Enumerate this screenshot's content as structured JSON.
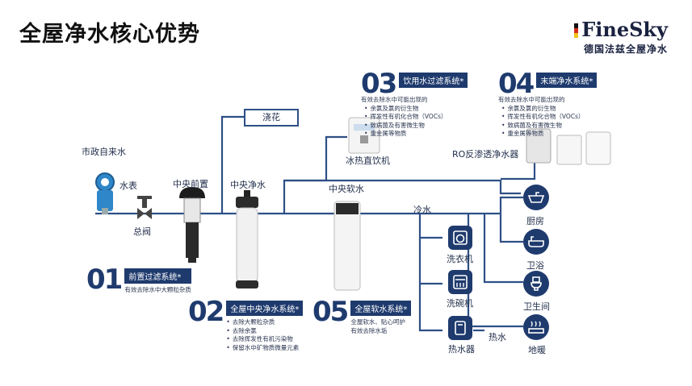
{
  "title": "全屋净水核心优势",
  "brand": {
    "name": "FineSky",
    "sub": "德国法兹全屋净水"
  },
  "labels": {
    "city_water": "市政自来水",
    "meter": "水表",
    "main_valve": "总阀",
    "central_prefilter": "中央前置",
    "central_purifier": "中央净水",
    "central_softener": "中央软水",
    "flower": "浇花",
    "cold_water": "冷水",
    "hot_water": "热水",
    "dispenser": "冰热直饮机",
    "ro": "RO反渗透净水器",
    "washer": "洗衣机",
    "dishwasher": "洗碗机",
    "heater": "热水器",
    "kitchen": "厨房",
    "bath": "卫浴",
    "toilet": "卫生间",
    "floor_heat": "地暖"
  },
  "features": {
    "f01": {
      "num": "01",
      "title": "前置过滤系统*",
      "desc": "有效去除水中大颗粒杂质"
    },
    "f02": {
      "num": "02",
      "title": "全屋中央净水系统*",
      "items": [
        "去除大颗粒杂质",
        "去除余氯",
        "去除挥发性有机污染物",
        "保留水中矿物质微量元素"
      ]
    },
    "f03": {
      "num": "03",
      "title": "饮用水过滤系统*",
      "desc": "有效去除水中可能出现的",
      "items": [
        "余氯及氯的衍生物",
        "挥发性有机化合物（VOCs）",
        "致病菌及有害微生物",
        "重金属等物质"
      ]
    },
    "f04": {
      "num": "04",
      "title": "末端净水系统*",
      "desc": "有效去除水中可能出现的",
      "items": [
        "余氯及氯的衍生物",
        "挥发性有机化合物（VOCs）",
        "致病菌及有害微生物",
        "重金属等物质"
      ]
    },
    "f05": {
      "num": "05",
      "title": "全屋软水系统*",
      "desc": "全屋软水、贴心呵护",
      "desc2": "有效去除水垢"
    }
  },
  "colors": {
    "pipe": "#2e4f86",
    "accent": "#1f3b6e"
  }
}
